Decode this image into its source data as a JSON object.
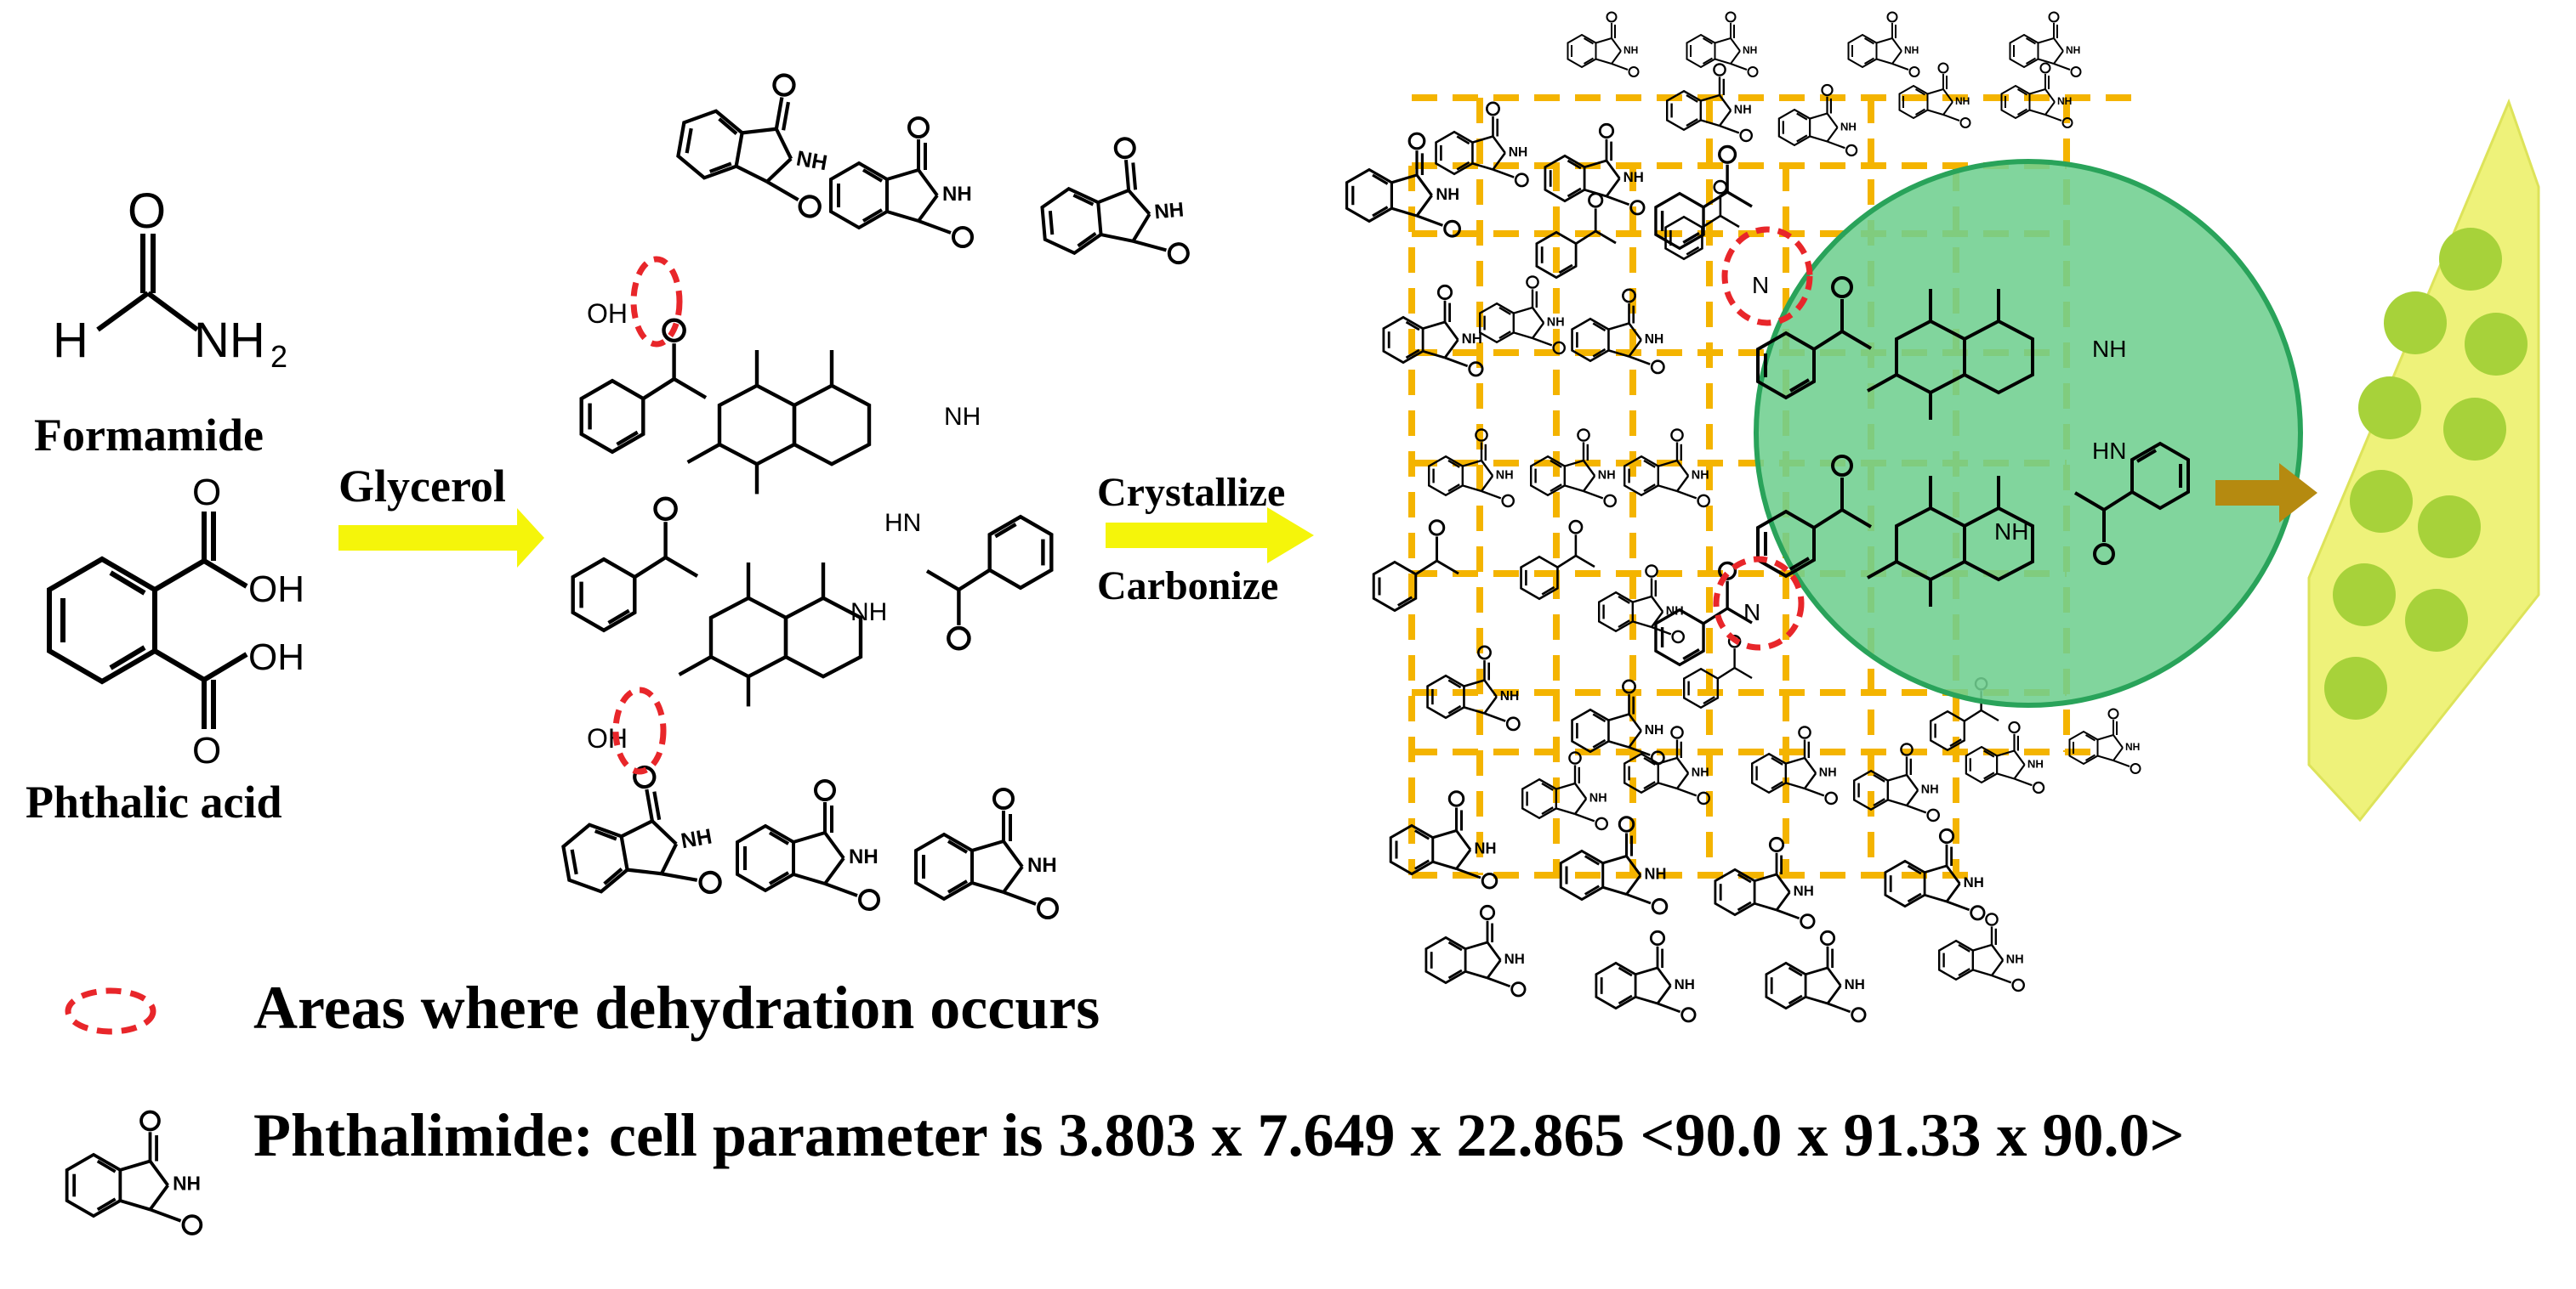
{
  "reactants": {
    "formamide": {
      "name": "Formamide",
      "atoms": {
        "o": "O",
        "h": "H",
        "nh2": "NH",
        "sub2": "2"
      }
    },
    "phthalic_acid": {
      "name": "Phthalic acid",
      "oh": "OH",
      "o": "O"
    }
  },
  "arrows": {
    "step1_label": "Glycerol",
    "step2_label_top": "Crystallize",
    "step2_label_bottom": "Carbonize"
  },
  "atoms": {
    "o": "O",
    "oh": "OH",
    "nh": "NH",
    "hn": "HN",
    "n": "N",
    "h": "H"
  },
  "legend": {
    "dehydration": "Areas where dehydration occurs",
    "phthalimide": "Phthalimide:  cell parameter is 3.803 x 7.649 x 22.865 <90.0 x 91.33 x 90.0>"
  },
  "colors": {
    "lattice": "#f4b400",
    "dehydration_ring": "#e8262a",
    "sphere_fill": "#6fcf8f",
    "sphere_stroke": "#29a35a",
    "arrow_yellow": "#f5f50a",
    "arrow_gold": "#b58a10",
    "flake": "#eef27a",
    "dot": "#a7d23a"
  }
}
